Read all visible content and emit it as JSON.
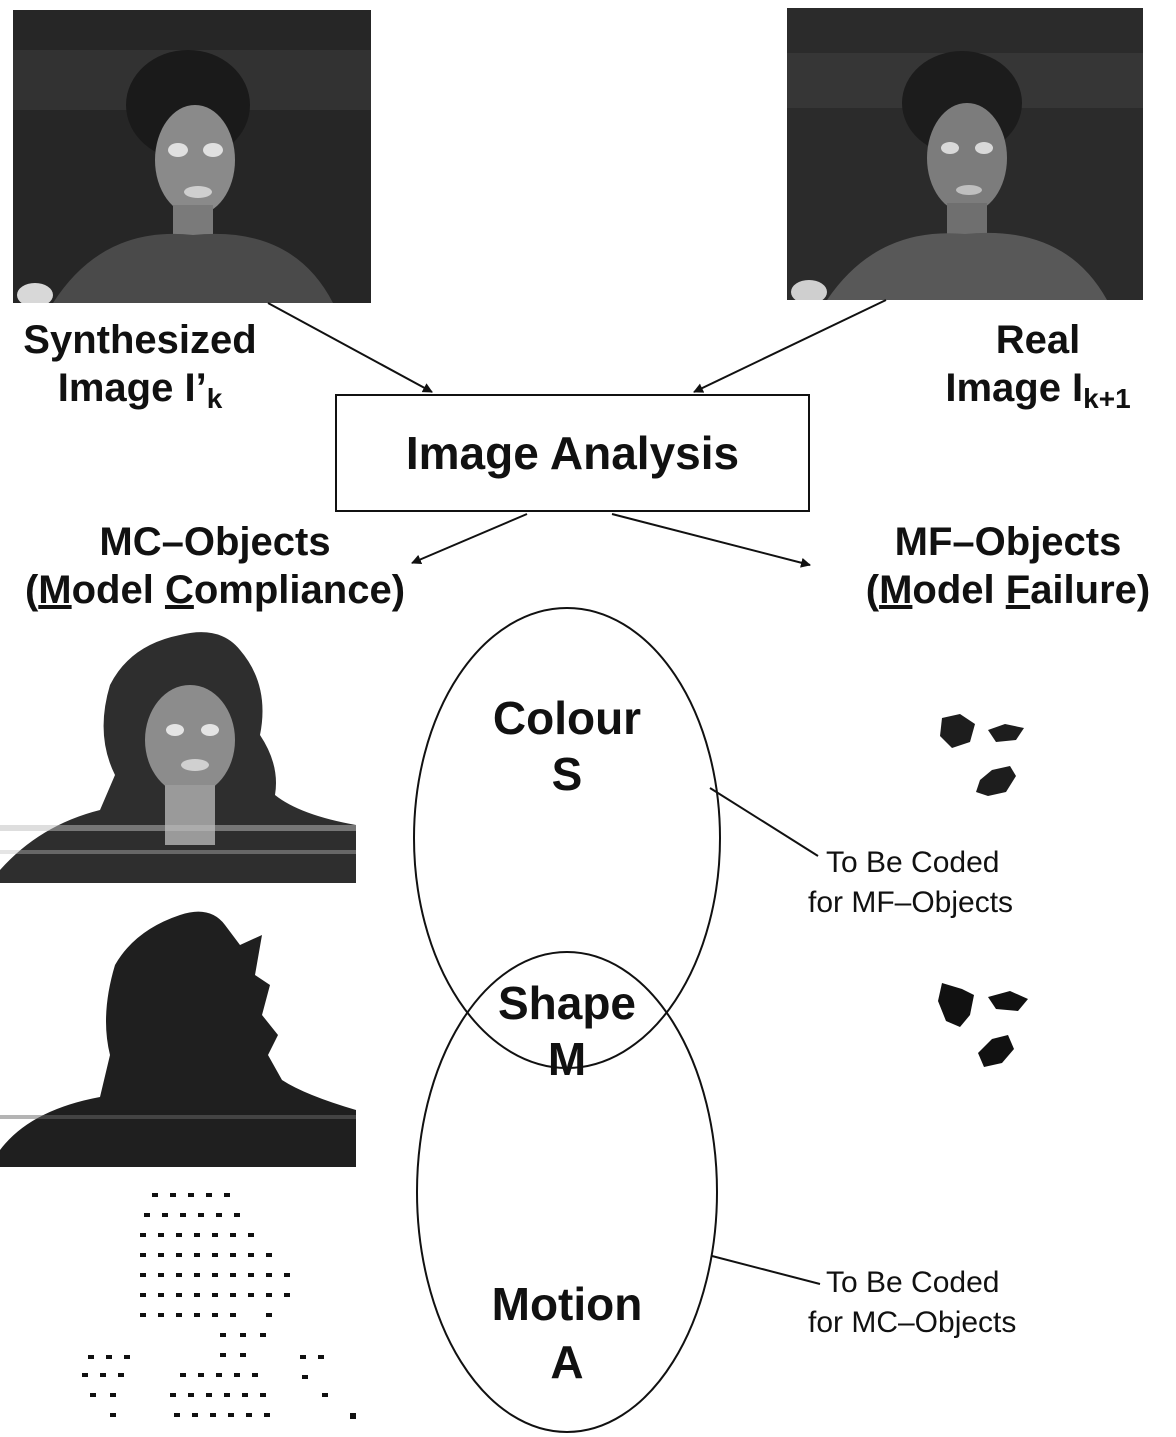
{
  "inputs": {
    "synth_line1": "Synthesized",
    "synth_line2": "Image I’",
    "synth_sub": "k",
    "real_line1": "Real",
    "real_line2": "Image I",
    "real_sub": "k+1"
  },
  "analysis_box": {
    "label": "Image Analysis"
  },
  "outputs": {
    "mc_title": "MC–Objects",
    "mc_open": "(",
    "mc_m": "M",
    "mc_odel": "odel ",
    "mc_c": "C",
    "mc_rest": "ompliance)",
    "mf_title": "MF–Objects",
    "mf_open": "(",
    "mf_m": "M",
    "mf_odel": "odel ",
    "mf_f": "F",
    "mf_rest": "ailure)"
  },
  "venn": {
    "colour_label": "Colour",
    "colour_symbol": "S",
    "shape_label": "Shape",
    "shape_symbol": "M",
    "motion_label": "Motion",
    "motion_symbol": "A"
  },
  "notes": {
    "mf_line1": "To Be Coded",
    "mf_line2": "for MF–Objects",
    "mc_line1": "To Be Coded",
    "mc_line2": "for MC–Objects"
  }
}
